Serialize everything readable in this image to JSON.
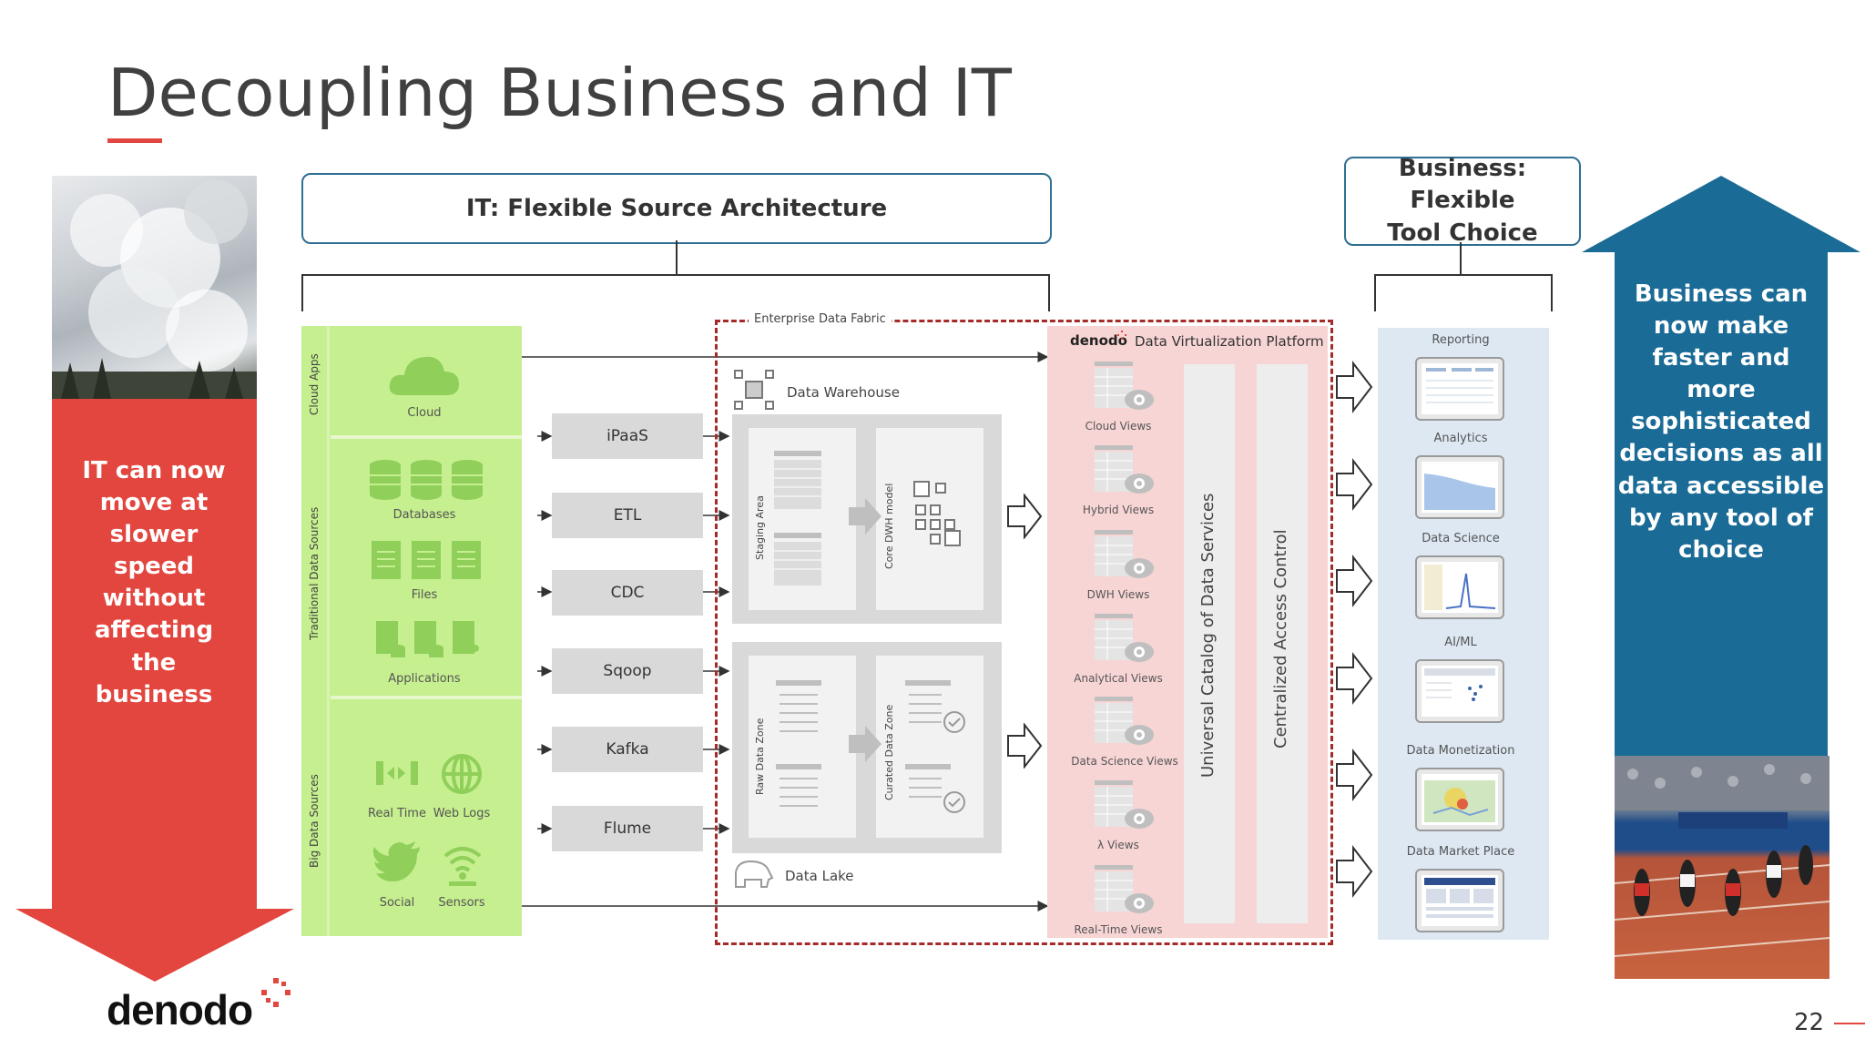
{
  "slide": {
    "title": "Decoupling Business and IT",
    "page_number": "22",
    "accent_color": "#e2463e"
  },
  "left_panel": {
    "text": "IT can now move at slower speed without affecting the business",
    "color": "#e2463e"
  },
  "right_panel": {
    "text": "Business can now make faster and more sophisticated decisions as all data accessible by any tool of choice",
    "color": "#1a6b96"
  },
  "headers": {
    "it": "IT: Flexible Source Architecture",
    "business_line1": "Business: Flexible",
    "business_line2": "Tool Choice"
  },
  "sources": {
    "cloud_group": "Cloud Apps",
    "traditional_group": "Traditional Data Sources",
    "bigdata_group": "Big Data Sources",
    "cloud": "Cloud",
    "databases": "Databases",
    "files": "Files",
    "applications": "Applications",
    "real_time": "Real Time",
    "web_logs": "Web Logs",
    "social": "Social",
    "sensors": "Sensors"
  },
  "processes": [
    "iPaaS",
    "ETL",
    "CDC",
    "Sqoop",
    "Kafka",
    "Flume"
  ],
  "fabric": {
    "label": "Enterprise Data Fabric",
    "data_warehouse": "Data Warehouse",
    "staging_area": "Staging Area",
    "core_dwh": "Core DWH model",
    "raw_zone": "Raw Data Zone",
    "curated_zone": "Curated Data Zone",
    "data_lake": "Data Lake"
  },
  "dv": {
    "brand": "denodo",
    "title": "Data Virtualization Platform",
    "catalog": "Universal Catalog of Data Services",
    "access": "Centralized Access Control",
    "views": [
      "Cloud Views",
      "Hybrid Views",
      "DWH Views",
      "Analytical Views",
      "Data Science Views",
      "λ Views",
      "Real-Time Views"
    ]
  },
  "tools": [
    "Reporting",
    "Analytics",
    "Data Science",
    "AI/ML",
    "Data Monetization",
    "Data Market Place"
  ],
  "logo": {
    "text": "denodo"
  }
}
